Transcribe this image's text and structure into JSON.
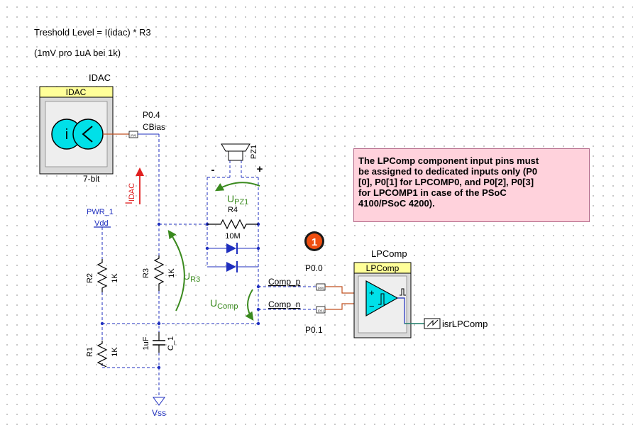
{
  "annotations": {
    "threshold_formula": "Treshold Level = I(idac) * R3",
    "scale_note": "(1mV pro 1uA bei 1k)"
  },
  "idac": {
    "instance_label": "IDAC",
    "header": "IDAC",
    "resolution": "7-bit",
    "pin_label": "P0.4",
    "pin_function": "CBias",
    "current_label": "I",
    "current_sub": "IDAC"
  },
  "power": {
    "supply_name": "PWR_1",
    "supply_net": "Vdd",
    "ground_net": "Vss"
  },
  "components": {
    "r1": {
      "ref": "R1",
      "value": "1K"
    },
    "r2": {
      "ref": "R2",
      "value": "1K"
    },
    "r3": {
      "ref": "R3",
      "value": "1K"
    },
    "r4": {
      "ref": "R4",
      "value": "10M"
    },
    "c1": {
      "ref": "C_1",
      "value": "1uF"
    },
    "pz1": {
      "ref": "PZ1",
      "minus": "-",
      "plus": "+"
    }
  },
  "voltages": {
    "u_r3": {
      "main": "U",
      "sub": "R3"
    },
    "u_pz1": {
      "main": "U",
      "sub": "PZ1"
    },
    "u_comp": {
      "main": "U",
      "sub": "Comp"
    }
  },
  "nets": {
    "comp_p": "Comp_p",
    "comp_n": "Comp_n",
    "pin_p": "P0.0",
    "pin_n": "P0.1"
  },
  "step_badge": "1",
  "lpcomp": {
    "instance_label": "LPComp",
    "header": "LPComp",
    "plus": "+",
    "minus": "−"
  },
  "interrupt": {
    "label": "isrLPComp"
  },
  "note_box": {
    "lines": [
      "The LPComp component input pins must",
      "be assigned to dedicated inputs only (P0",
      "[0], P0[1] for LPCOMP0, and P0[2], P0[3]",
      "for LPCOMP1 in case of the PSoC",
      "4100/PSoC 4200)."
    ]
  },
  "colors": {
    "wire": "#1f2fbf",
    "annotation_green": "#3a8a1e",
    "annotation_red": "#e02020",
    "header_yellow": "#ffff99",
    "idac_cyan": "#00e0e8",
    "signal_orange": "#c05020",
    "note_pink": "#ffd2dc"
  }
}
